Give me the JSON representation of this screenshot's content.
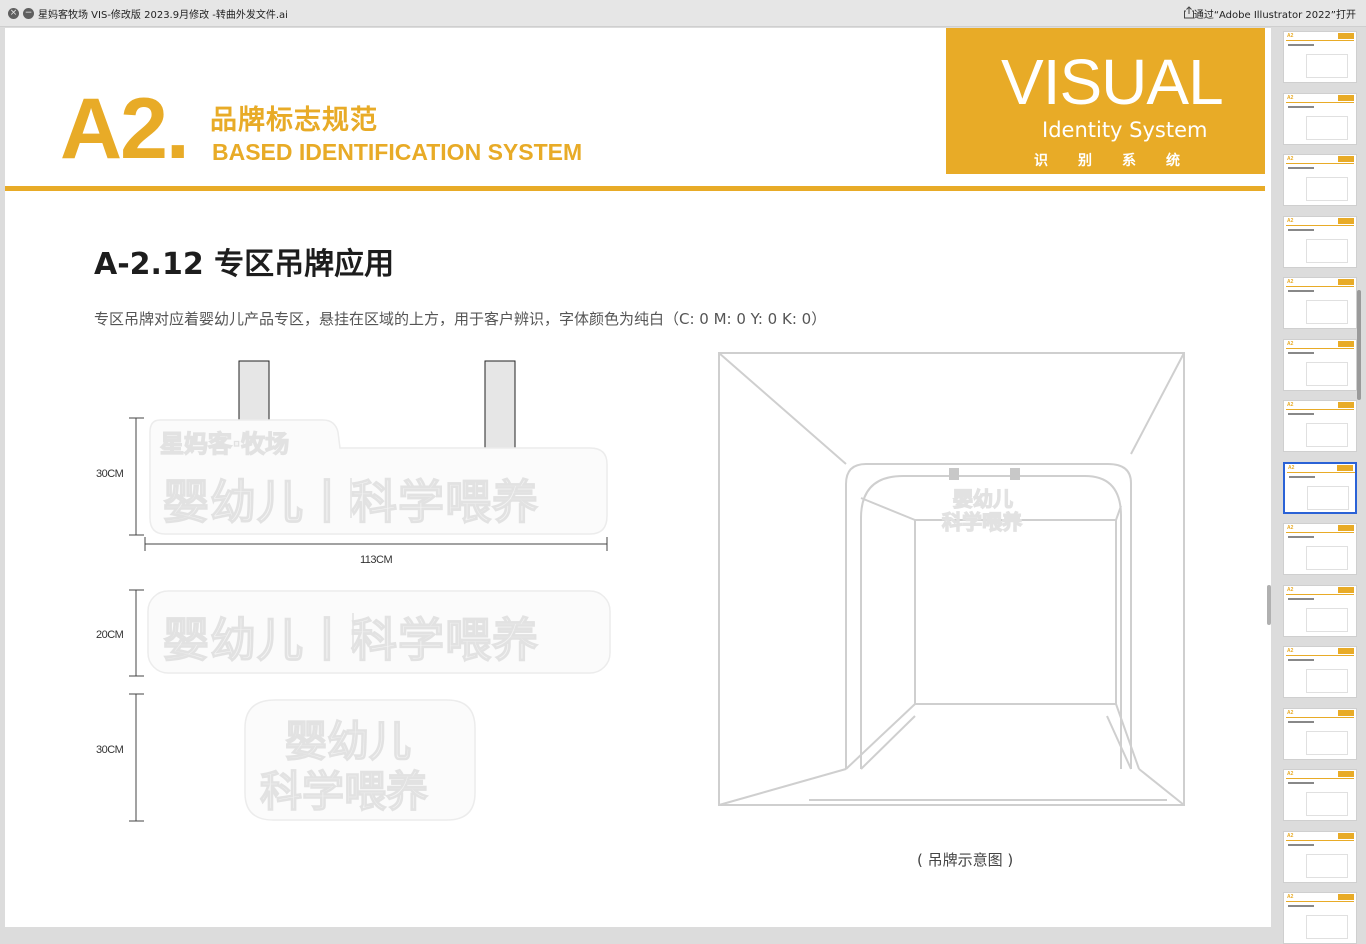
{
  "window": {
    "title": "星妈客牧场 VIS-修改版  2023.9月修改 -转曲外发文件.ai",
    "open_with": "通过“Adobe Illustrator 2022”打开",
    "close_glyph": "×",
    "min_glyph": "−"
  },
  "header": {
    "section_code": "A2.",
    "section_cn": "品牌标志规范",
    "section_en": "BASED  IDENTIFICATION SYSTEM",
    "visual_big": "VISUAL",
    "visual_mid": "Identity System",
    "visual_small": "识别系统",
    "accent_color": "#e8ab27"
  },
  "content": {
    "title": "A-2.12 专区吊牌应用",
    "description": "专区吊牌对应着婴幼儿产品专区，悬挂在区域的上方，用于客户辨识，字体颜色为纯白（C: 0  M: 0  Y: 0  K: 0）",
    "sign1": {
      "line1": "星妈客·牧场",
      "line2": "婴幼儿丨科学喂养",
      "height_label": "30CM",
      "width_label": "113CM"
    },
    "sign2": {
      "text": "婴幼儿丨科学喂养",
      "height_label": "20CM"
    },
    "sign3": {
      "line1": "婴幼儿",
      "line2": "科学喂养",
      "height_label": "30CM"
    },
    "diagram": {
      "sign_line1": "婴幼儿",
      "sign_line2": "科学喂养",
      "caption": "( 吊牌示意图 )"
    }
  },
  "sidebar": {
    "thumbnail_count": 15,
    "selected_index": 7,
    "thumb_code": "A2"
  }
}
